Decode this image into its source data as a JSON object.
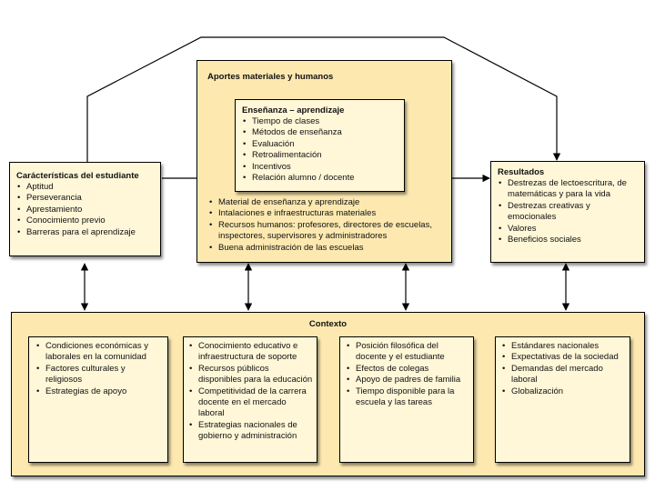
{
  "student": {
    "title": "Carácterísticas del estudiante",
    "items": [
      "Aptitud",
      "Perseverancia",
      "Aprestamiento",
      "Conocimiento previo",
      "Barreras para el aprendizaje"
    ]
  },
  "inputs": {
    "title": "Aportes materiales y humanos",
    "items": [
      "Material de enseñanza y aprendizaje",
      "Intalaciones e infraestructuras materiales",
      "Recursos humanos: profesores, directores de escuelas, inspectores, supervisores y administradores",
      "Buena administración de las escuelas"
    ]
  },
  "teaching": {
    "title": "Enseñanza – aprendizaje",
    "items": [
      "Tiempo de clases",
      "Métodos de enseñanza",
      "Evaluación",
      "Retroalimentación",
      "Incentivos",
      "Relación alumno / docente"
    ]
  },
  "results": {
    "title": "Resultados",
    "items": [
      "Destrezas de lectoescritura, de matemáticas y para la vida",
      "Destrezas creativas y emocionales",
      "Valores",
      "Beneficios sociales"
    ]
  },
  "context": {
    "title": "Contexto",
    "groups": [
      [
        "Condiciones económicas y laborales en la comunidad",
        "Factores culturales y religiosos",
        "Estrategias de apoyo"
      ],
      [
        "Conocimiento educativo e infraestructura de soporte",
        "Recursos públicos disponibles para la educación",
        "Competitividad de la carrera docente en el mercado laboral",
        "Estrategias nacionales de gobierno y administración"
      ],
      [
        "Posición filosófica del docente y el estudiante",
        "Efectos de colegas",
        "Apoyo de padres de familia",
        "Tiempo disponible para la escuela y las tareas"
      ],
      [
        "Estándares nacionales",
        "Expectativas de la sociedad",
        "Demandas del mercado laboral",
        "Globalización"
      ]
    ]
  }
}
